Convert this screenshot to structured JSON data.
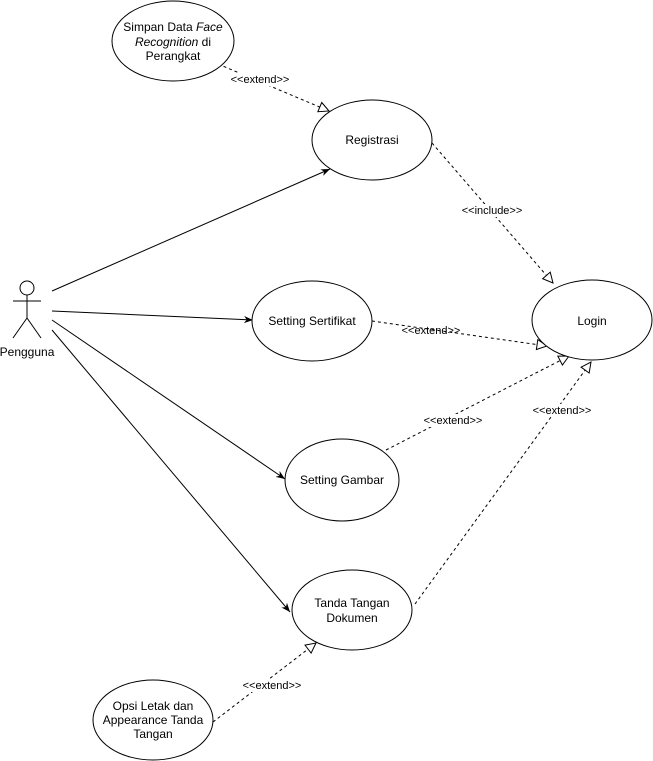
{
  "actor": {
    "name": "Pengguna",
    "icon": "stick-figure-icon"
  },
  "use_cases": {
    "simpan_data": {
      "line1": "Simpan Data ",
      "line1_italic": "Face",
      "line2": "Recognition",
      "line2_suffix": " di",
      "line3": "Perangkat"
    },
    "registrasi": "Registrasi",
    "setting_sertifikat": "Setting Sertifikat",
    "login": "Login",
    "setting_gambar": "Setting Gambar",
    "tanda_tangan": {
      "line1": "Tanda Tangan",
      "line2": "Dokumen"
    },
    "opsi_letak": {
      "line1": "Opsi Letak dan",
      "line2": "Appearance Tanda",
      "line3": "Tangan"
    }
  },
  "relations": {
    "simpan_to_registrasi": "<<extend>>",
    "registrasi_to_login": "<<include>>",
    "sertifikat_to_login": "<<extend>>",
    "gambar_to_login": "<<extend>>",
    "tanda_tangan_to_login": "<<extend>>",
    "opsi_to_tanda_tangan": "<<extend>>"
  },
  "colors": {
    "line": "#000000",
    "fill": "#ffffff"
  }
}
